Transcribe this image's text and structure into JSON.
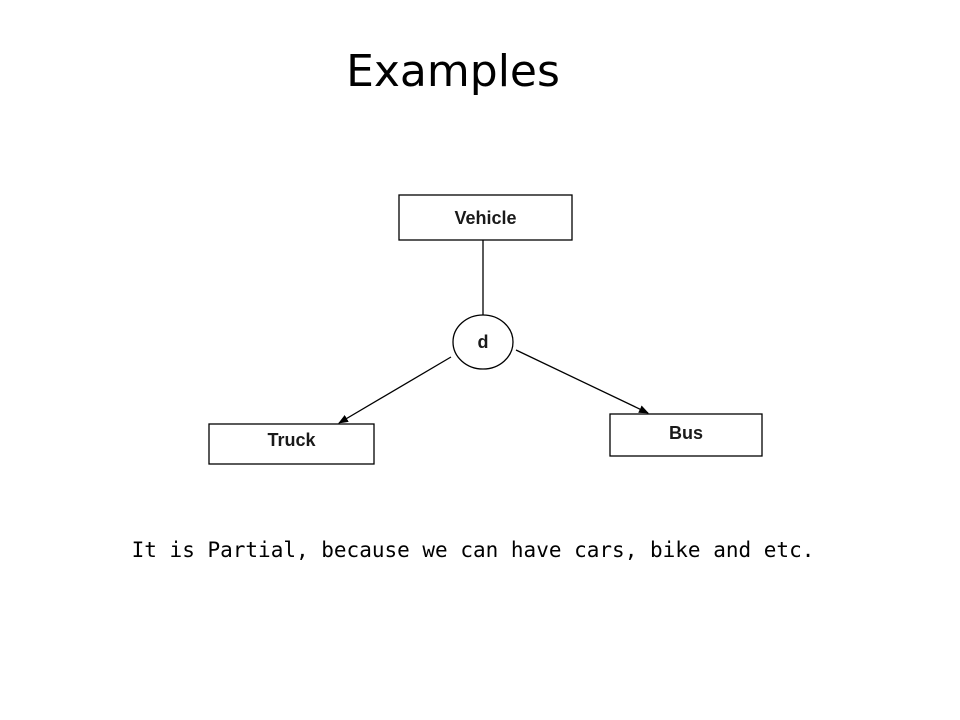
{
  "slide": {
    "title": "Examples",
    "caption": "It is Partial, because we can have cars, bike and etc."
  },
  "diagram": {
    "superclass": "Vehicle",
    "constraint_symbol": "d",
    "subclasses": [
      "Truck",
      "Bus"
    ]
  }
}
